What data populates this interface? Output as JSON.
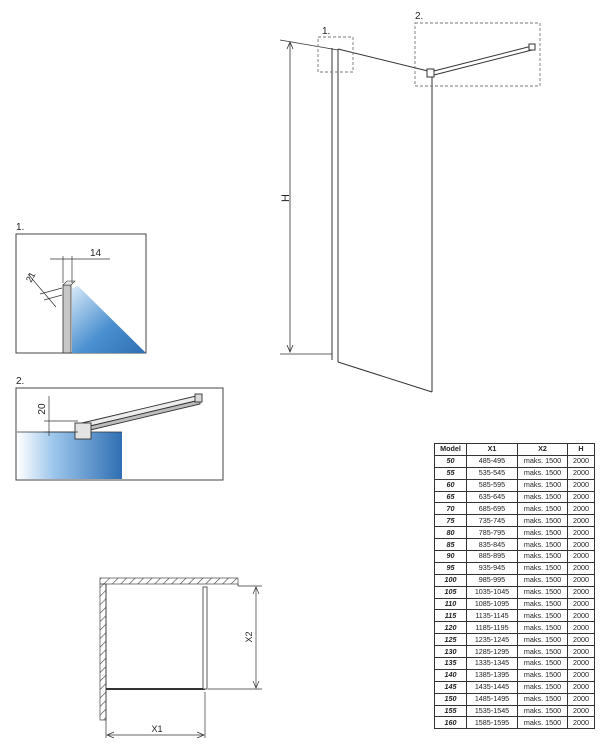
{
  "main_view": {
    "callout_1": "1.",
    "callout_2": "2.",
    "height_label": "H"
  },
  "detail_1": {
    "title": "1.",
    "dim_top": "14",
    "dim_side": "21"
  },
  "detail_2": {
    "title": "2.",
    "dim": "20"
  },
  "plan_view": {
    "width_label": "X1",
    "depth_label": "X2"
  },
  "colors": {
    "glass_blue": "#3f86c9",
    "line": "#333333",
    "dashed_box": "#777777"
  },
  "table": {
    "headers": [
      "Model",
      "X1",
      "X2",
      "H"
    ],
    "rows": [
      [
        "50",
        "485-495",
        "maks. 1500",
        "2000"
      ],
      [
        "55",
        "535-545",
        "maks. 1500",
        "2000"
      ],
      [
        "60",
        "585-595",
        "maks. 1500",
        "2000"
      ],
      [
        "65",
        "635-645",
        "maks. 1500",
        "2000"
      ],
      [
        "70",
        "685-695",
        "maks. 1500",
        "2000"
      ],
      [
        "75",
        "735-745",
        "maks. 1500",
        "2000"
      ],
      [
        "80",
        "785-795",
        "maks. 1500",
        "2000"
      ],
      [
        "85",
        "835-845",
        "maks. 1500",
        "2000"
      ],
      [
        "90",
        "885-895",
        "maks. 1500",
        "2000"
      ],
      [
        "95",
        "935-945",
        "maks. 1500",
        "2000"
      ],
      [
        "100",
        "985-995",
        "maks. 1500",
        "2000"
      ],
      [
        "105",
        "1035-1045",
        "maks. 1500",
        "2000"
      ],
      [
        "110",
        "1085-1095",
        "maks. 1500",
        "2000"
      ],
      [
        "115",
        "1135-1145",
        "maks. 1500",
        "2000"
      ],
      [
        "120",
        "1185-1195",
        "maks. 1500",
        "2000"
      ],
      [
        "125",
        "1235-1245",
        "maks. 1500",
        "2000"
      ],
      [
        "130",
        "1285-1295",
        "maks. 1500",
        "2000"
      ],
      [
        "135",
        "1335-1345",
        "maks. 1500",
        "2000"
      ],
      [
        "140",
        "1385-1395",
        "maks. 1500",
        "2000"
      ],
      [
        "145",
        "1435-1445",
        "maks. 1500",
        "2000"
      ],
      [
        "150",
        "1485-1495",
        "maks. 1500",
        "2000"
      ],
      [
        "155",
        "1535-1545",
        "maks. 1500",
        "2000"
      ],
      [
        "160",
        "1585-1595",
        "maks. 1500",
        "2000"
      ]
    ]
  }
}
